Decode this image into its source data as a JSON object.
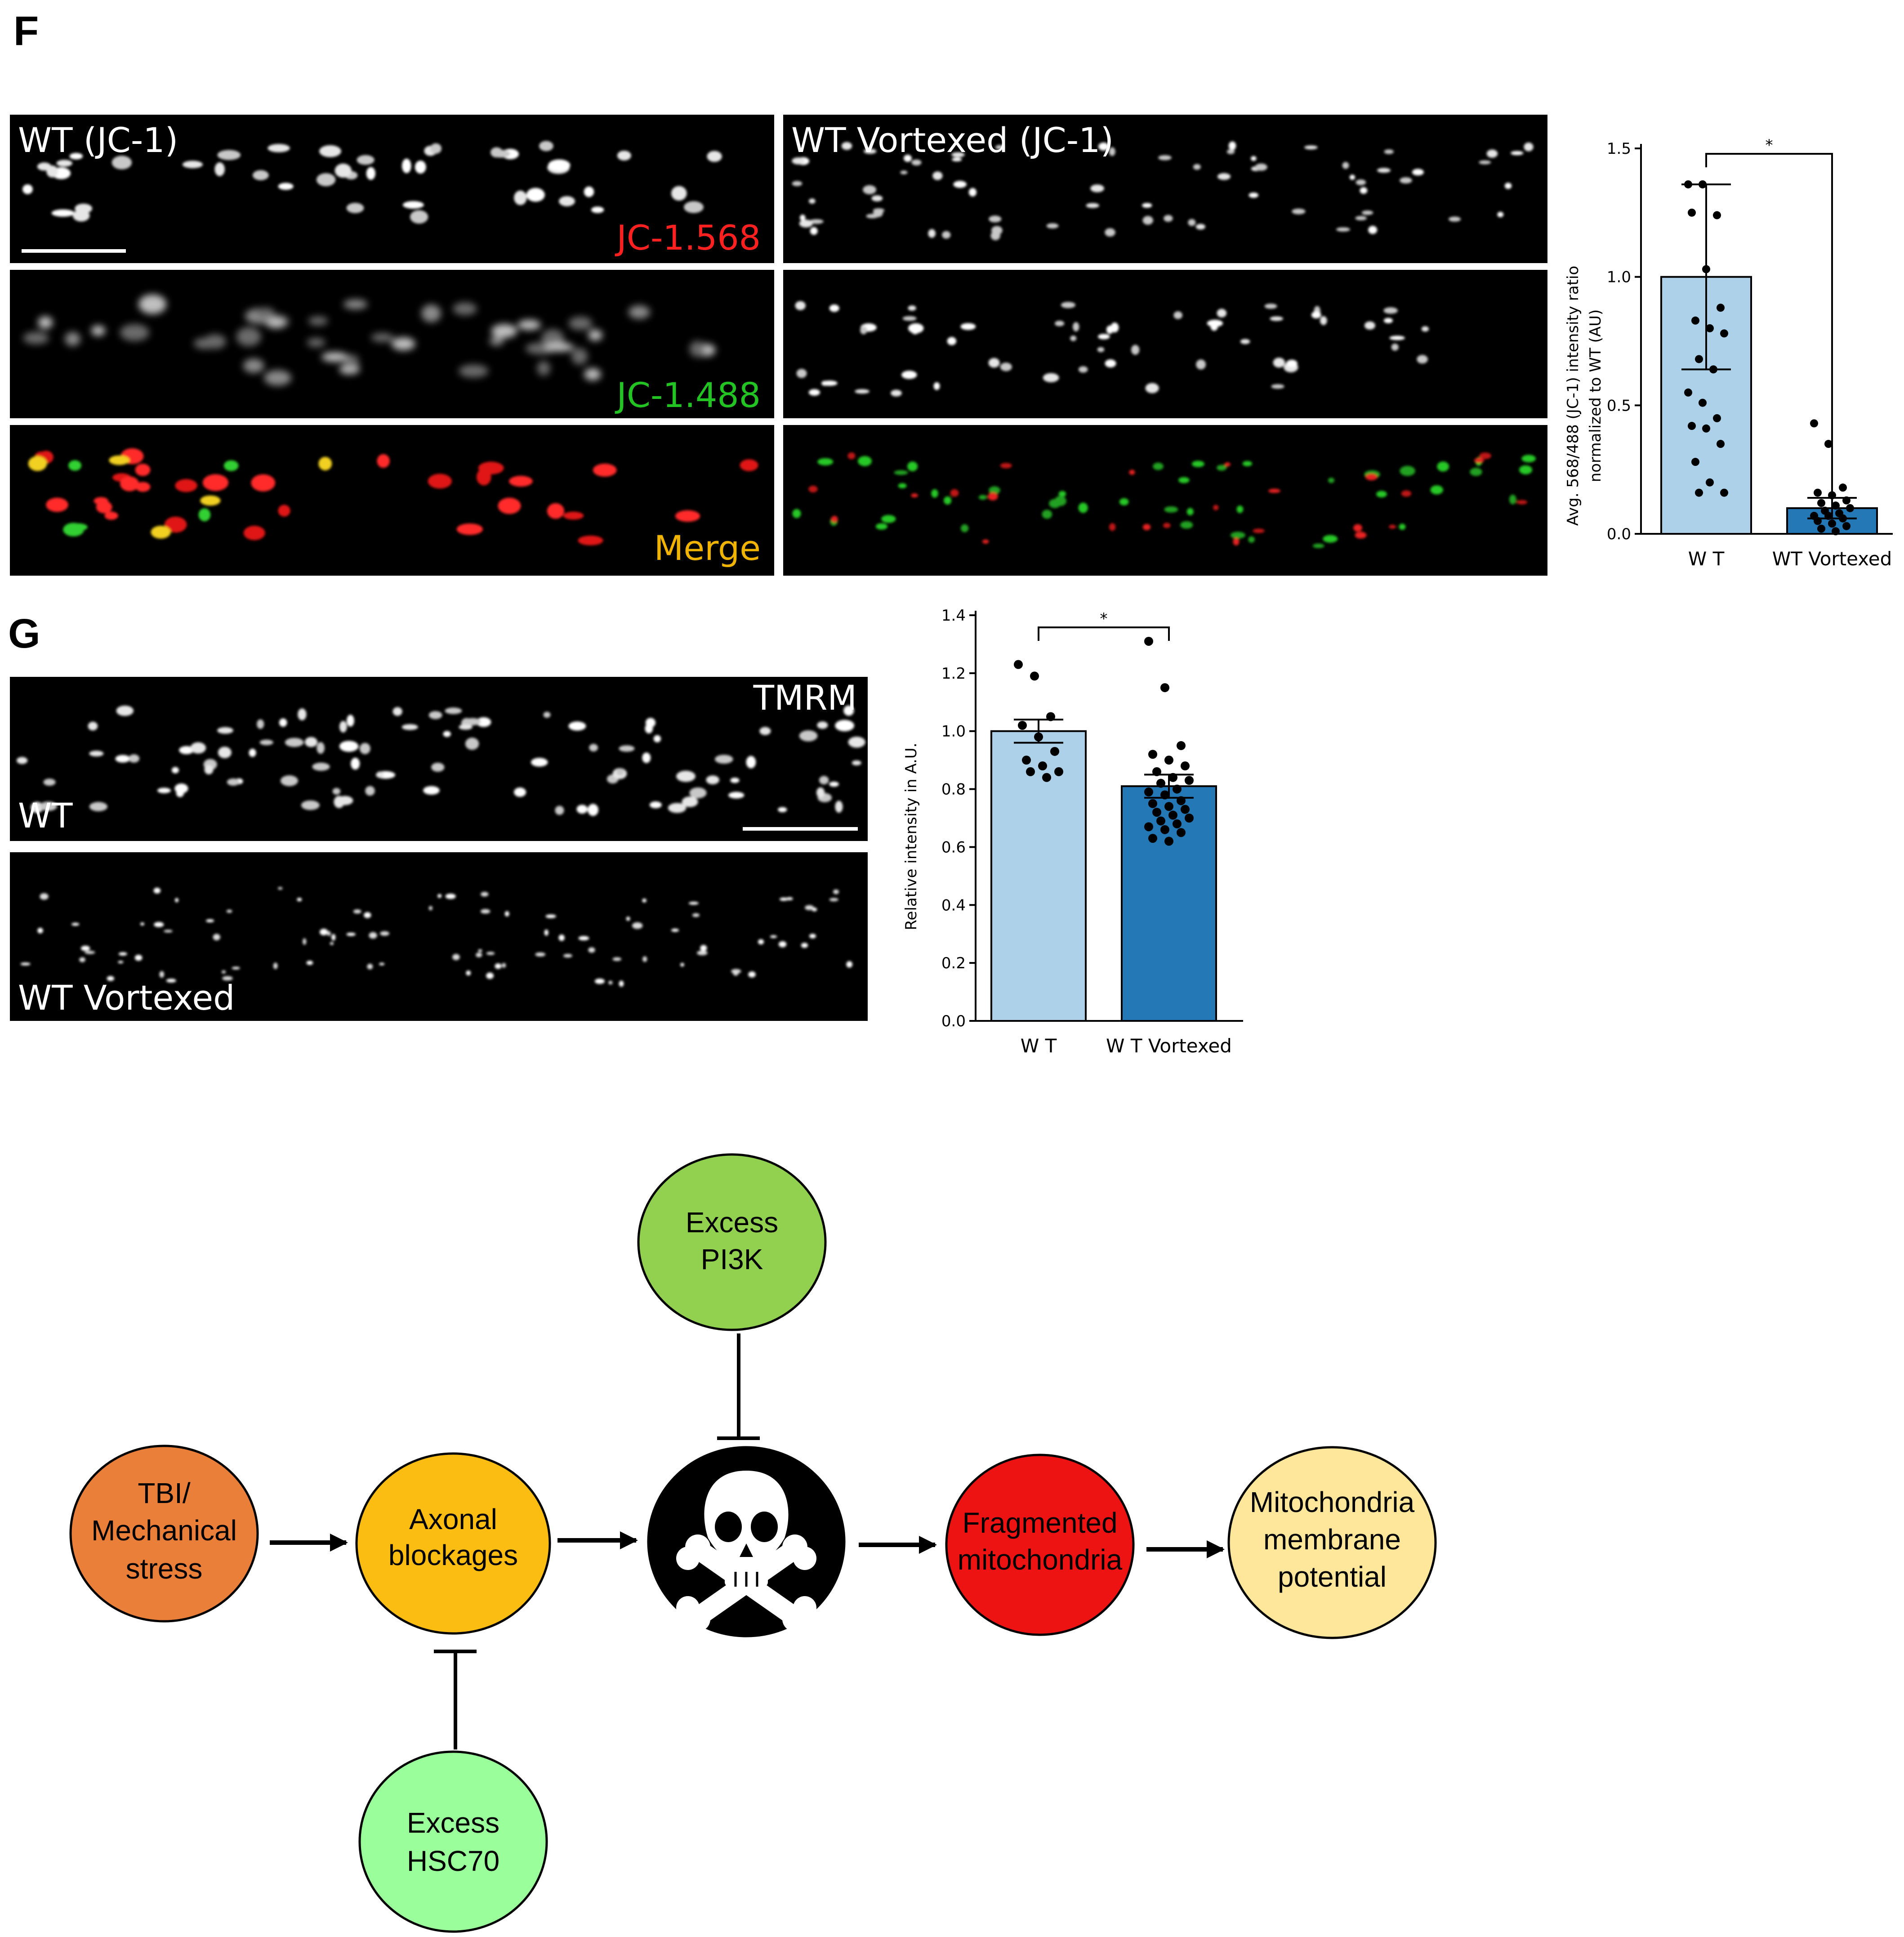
{
  "panels": {
    "f": {
      "letter": "F"
    },
    "g": {
      "letter": "G"
    }
  },
  "panel_f": {
    "wt_title": "WT (JC-1)",
    "vortexed_title": "WT Vortexed (JC-1)",
    "channel_568": "JC-1.568",
    "channel_488": "JC-1.488",
    "channel_merge": "Merge",
    "colors": {
      "red": "#ff2020",
      "green": "#22c322",
      "merge": "#f0b400"
    }
  },
  "panel_g": {
    "stain": "TMRM",
    "wt_label": "WT",
    "vortexed_label": "WT  Vortexed"
  },
  "chart_data": [
    {
      "type": "bar",
      "panel": "F",
      "categories": [
        "W T",
        "WT Vortexed"
      ],
      "values": [
        1.0,
        0.1
      ],
      "error_upper": [
        1.36,
        0.14
      ],
      "error_lower": [
        0.64,
        0.06
      ],
      "ylabel_line1": "Avg. 568/488 (JC-1) intensity ratio",
      "ylabel_line2": "normalized to WT (AU)",
      "yticks": [
        "0.0",
        "0.5",
        "1.0",
        "1.5"
      ],
      "ylim": [
        0,
        1.5
      ],
      "significance": "*",
      "bar_colors": [
        "#aed1ea",
        "#2478b5"
      ],
      "points": [
        [
          1.36,
          1.36,
          1.24,
          1.25,
          1.03,
          0.88,
          0.83,
          0.8,
          0.78,
          0.68,
          0.64,
          0.55,
          0.51,
          0.45,
          0.42,
          0.41,
          0.35,
          0.28,
          0.2,
          0.16,
          0.16
        ],
        [
          0.43,
          0.35,
          0.18,
          0.16,
          0.15,
          0.13,
          0.12,
          0.11,
          0.1,
          0.09,
          0.08,
          0.07,
          0.07,
          0.06,
          0.05,
          0.04,
          0.03,
          0.02,
          0.01
        ]
      ]
    },
    {
      "type": "bar",
      "panel": "G",
      "categories": [
        "W T",
        "W T  Vortexed"
      ],
      "values": [
        1.0,
        0.81
      ],
      "error_upper": [
        1.04,
        0.85
      ],
      "error_lower": [
        0.96,
        0.77
      ],
      "ylabel": "Relative intensity in A.U.",
      "yticks": [
        "0.0",
        "0.2",
        "0.4",
        "0.6",
        "0.8",
        "1.0",
        "1.2",
        "1.4"
      ],
      "ylim": [
        0,
        1.4
      ],
      "significance": "*",
      "bar_colors": [
        "#aed1ea",
        "#2478b5"
      ],
      "points": [
        [
          1.23,
          1.19,
          1.05,
          1.02,
          0.98,
          0.93,
          0.9,
          0.88,
          0.86,
          0.86,
          0.84
        ],
        [
          1.31,
          1.15,
          0.95,
          0.92,
          0.9,
          0.88,
          0.86,
          0.84,
          0.83,
          0.82,
          0.8,
          0.79,
          0.78,
          0.76,
          0.75,
          0.74,
          0.73,
          0.72,
          0.71,
          0.7,
          0.69,
          0.68,
          0.67,
          0.66,
          0.65,
          0.63,
          0.62
        ]
      ]
    }
  ],
  "diagram": {
    "nodes": [
      {
        "id": "tbi",
        "line1": "TBI/",
        "line2": "Mechanical",
        "line3": "stress",
        "color": "#ea7f3a"
      },
      {
        "id": "axonal",
        "line1": "Axonal",
        "line2": "blockages",
        "line3": "",
        "color": "#fbbd12"
      },
      {
        "id": "death",
        "line1": "",
        "line2": "",
        "line3": "",
        "color": "#000000",
        "icon": "skull-crossbones-icon"
      },
      {
        "id": "fragmented",
        "line1": "Fragmented",
        "line2": "mitochondria",
        "line3": "",
        "color": "#ee1313"
      },
      {
        "id": "membrane",
        "line1": "Mitochondria",
        "line2": "membrane",
        "line3": "potential",
        "color": "#fee79b"
      },
      {
        "id": "pi3k",
        "line1": "Excess",
        "line2": "PI3K",
        "line3": "",
        "color": "#92d050"
      },
      {
        "id": "hsc70",
        "line1": "Excess",
        "line2": "HSC70",
        "line3": "",
        "color": "#9afe9b"
      }
    ]
  }
}
